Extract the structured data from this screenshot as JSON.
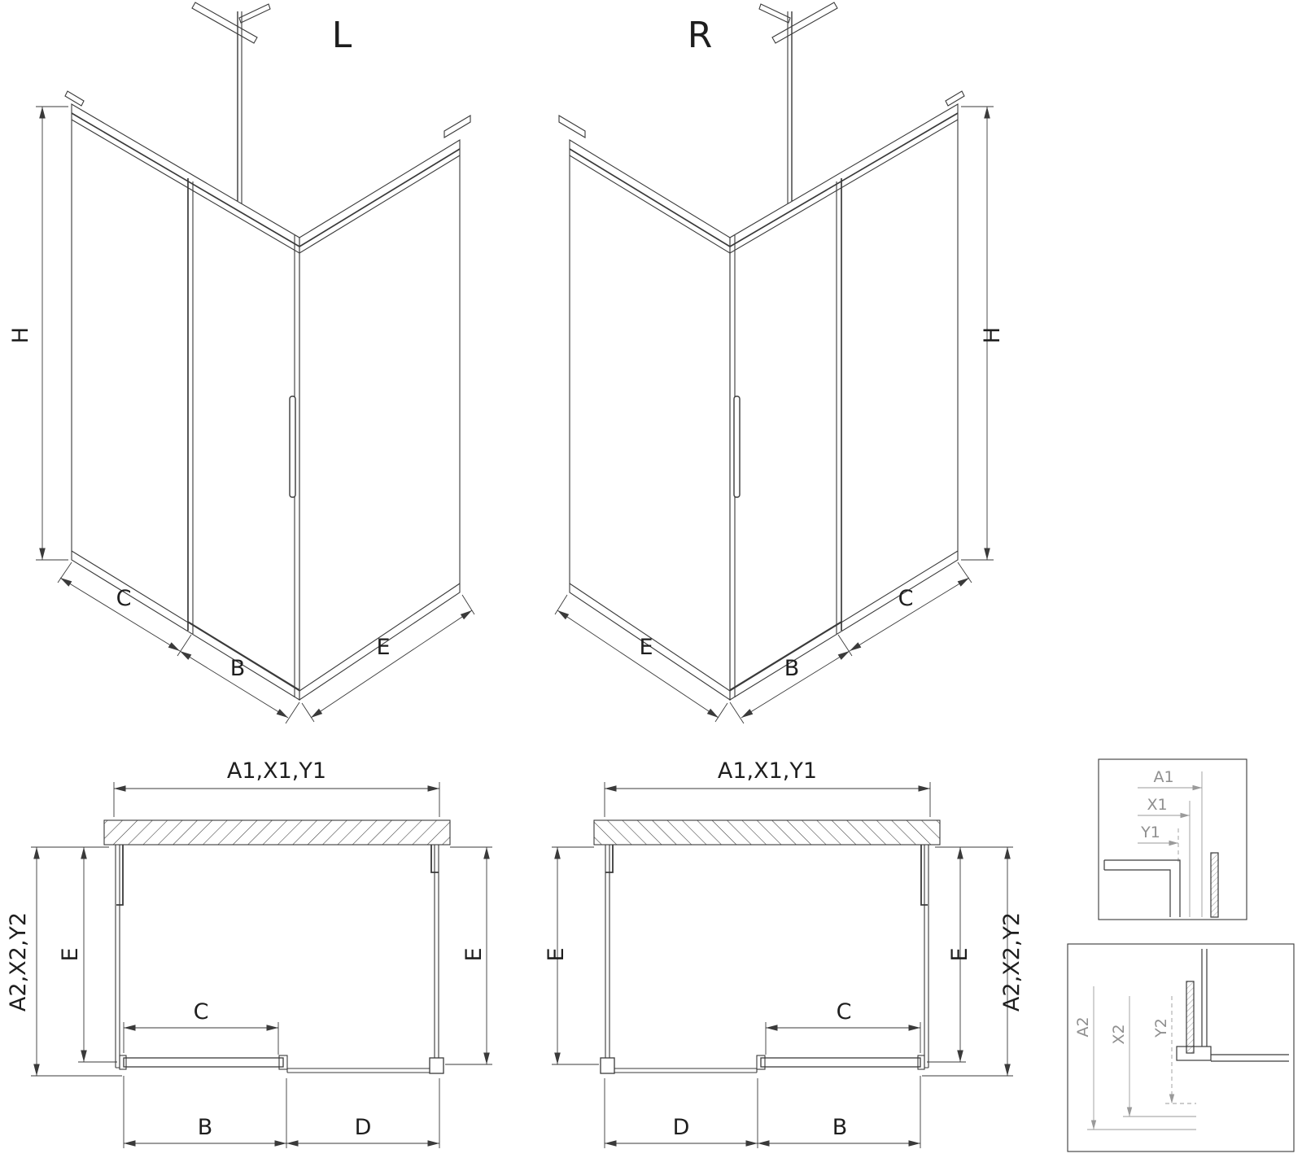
{
  "page": {
    "background": "#ffffff",
    "line_color": "#3a3a3a",
    "detail_line_color": "#9a9a9a"
  },
  "iso_left": {
    "variant_label": "L",
    "dim_height": "H",
    "dim_c": "C",
    "dim_b": "B",
    "dim_e": "E"
  },
  "iso_right": {
    "variant_label": "R",
    "dim_height": "H",
    "dim_c": "C",
    "dim_b": "B",
    "dim_e": "E"
  },
  "plan_left": {
    "dim_width": "A1,X1,Y1",
    "dim_depth": "A2,X2,Y2",
    "dim_e_left": "E",
    "dim_e_right": "E",
    "dim_c": "C",
    "dim_b": "B",
    "dim_d": "D"
  },
  "plan_right": {
    "dim_width": "A1,X1,Y1",
    "dim_depth": "A2,X2,Y2",
    "dim_e_left": "E",
    "dim_e_right": "E",
    "dim_c": "C",
    "dim_b": "B",
    "dim_d": "D"
  },
  "detail_top": {
    "dim_a1": "A1",
    "dim_x1": "X1",
    "dim_y1": "Y1"
  },
  "detail_bottom": {
    "dim_a2": "A2",
    "dim_x2": "X2",
    "dim_y2": "Y2"
  }
}
